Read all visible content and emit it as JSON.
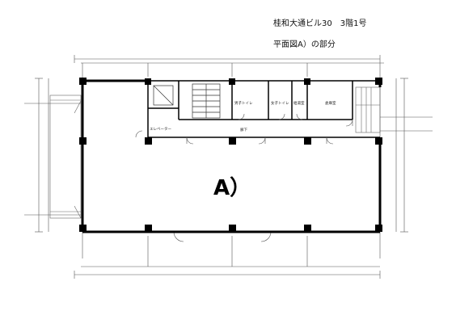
{
  "header": {
    "building_line": "桂和大通ビル30　3階1号",
    "plan_line": "平面図A）の部分"
  },
  "plan": {
    "unit_label": "A）",
    "rooms": {
      "elevator_hall": "エレベーター",
      "corridor": "廊下",
      "mens_toilet": "男子トイレ",
      "womens_toilet": "女子トイレ",
      "kitchenette": "給湯室",
      "storage": "倉庫室"
    }
  }
}
